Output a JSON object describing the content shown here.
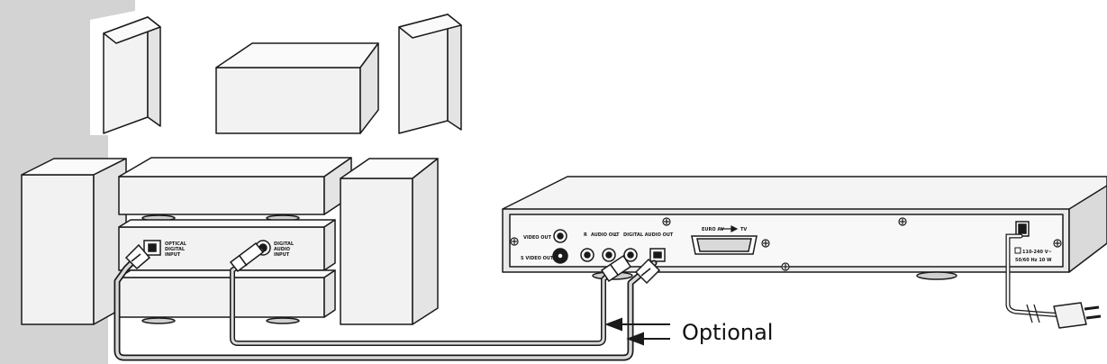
{
  "hifi": {
    "optical_input_lines": [
      "OPTICAL",
      "DIGITAL",
      "INPUT"
    ],
    "coax_input_lines": [
      "DIGITAL",
      "AUDIO",
      "INPUT"
    ]
  },
  "player": {
    "video_out": "VIDEO OUT",
    "s_video_out": "S VIDEO OUT",
    "audio_out_r": "R",
    "audio_out": "AUDIO OUT",
    "audio_out_l": "L",
    "digital_audio_out": "DIGITAL AUDIO OUT",
    "euro_av": "EURO AV",
    "tv": "TV",
    "power_rating_1": "110-240 V~",
    "power_rating_2": "50/60 Hz 10 W"
  },
  "callout": {
    "optional": "Optional"
  },
  "colors": {
    "line": "#1a1a1a",
    "panel_fill": "#f0f0f0",
    "background_band": "#cfcfcf"
  }
}
